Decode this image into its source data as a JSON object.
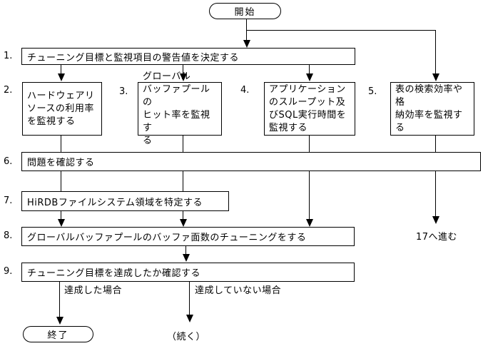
{
  "flow": {
    "start_label": "開始",
    "end_label": "終了",
    "continue_label": "（続く）",
    "goto_label": "17へ進む",
    "branch_achieved": "達成した場合",
    "branch_not_achieved": "達成していない場合",
    "steps": {
      "s1": {
        "num": "1.",
        "label": "チューニング目標と監視項目の警告値を決定する"
      },
      "s2": {
        "num": "2.",
        "lines": [
          "ハードウェアリ",
          "ソースの利用率",
          "を監視する"
        ]
      },
      "s3": {
        "num": "3.",
        "lines": [
          "グローバル",
          "バッファプールの",
          "ヒット率を監視す",
          "る"
        ]
      },
      "s4": {
        "num": "4.",
        "lines": [
          "アプリケーション",
          "のスループット及",
          "びSQL実行時間を",
          "監視する"
        ]
      },
      "s5": {
        "num": "5.",
        "lines": [
          "表の検索効率や格",
          "納効率を監視する"
        ]
      },
      "s6": {
        "num": "6.",
        "label": "問題を確認する"
      },
      "s7": {
        "num": "7.",
        "label": "HiRDBファイルシステム領域を特定する"
      },
      "s8": {
        "num": "8.",
        "label": "グローバルバッファプールのバッファ面数のチューニングをする"
      },
      "s9": {
        "num": "9.",
        "label": "チューニング目標を達成したか確認する"
      }
    },
    "colors": {
      "line": "#000000",
      "background": "#ffffff",
      "text": "#000000"
    }
  }
}
